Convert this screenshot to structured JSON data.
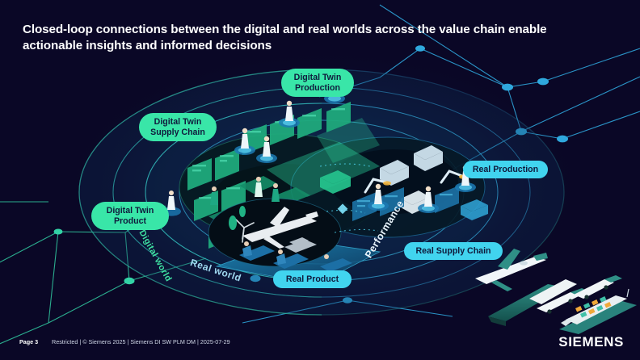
{
  "slide": {
    "background_color": "#0a0726",
    "title": "Closed-loop connections between the digital and real worlds across the value chain enable actionable insights and informed decisions"
  },
  "labels": {
    "digital_twin_production": "Digital Twin\nProduction",
    "digital_twin_supply_chain": "Digital Twin\nSupply Chain",
    "digital_twin_product": "Digital Twin\nProduct",
    "real_production": "Real Production",
    "real_supply_chain": "Real Supply Chain",
    "real_product": "Real Product"
  },
  "ring_labels": {
    "digital_world": "Digital world",
    "real_world": "Real world",
    "performance": "Performance"
  },
  "colors": {
    "green_accent": "#39e6a8",
    "cyan_accent": "#41d4ef",
    "pill_text": "#0f1a3c",
    "title_text": "#ffffff",
    "background": "#0a0726",
    "network_blue": "#2d9fd4",
    "network_green": "#2fbf9a"
  },
  "footer": {
    "page": "Page 3",
    "legal": "Restricted | © Siemens 2025 | Siemens DI SW PLM DM | 2025-07-29",
    "brand": "SIEMENS"
  }
}
